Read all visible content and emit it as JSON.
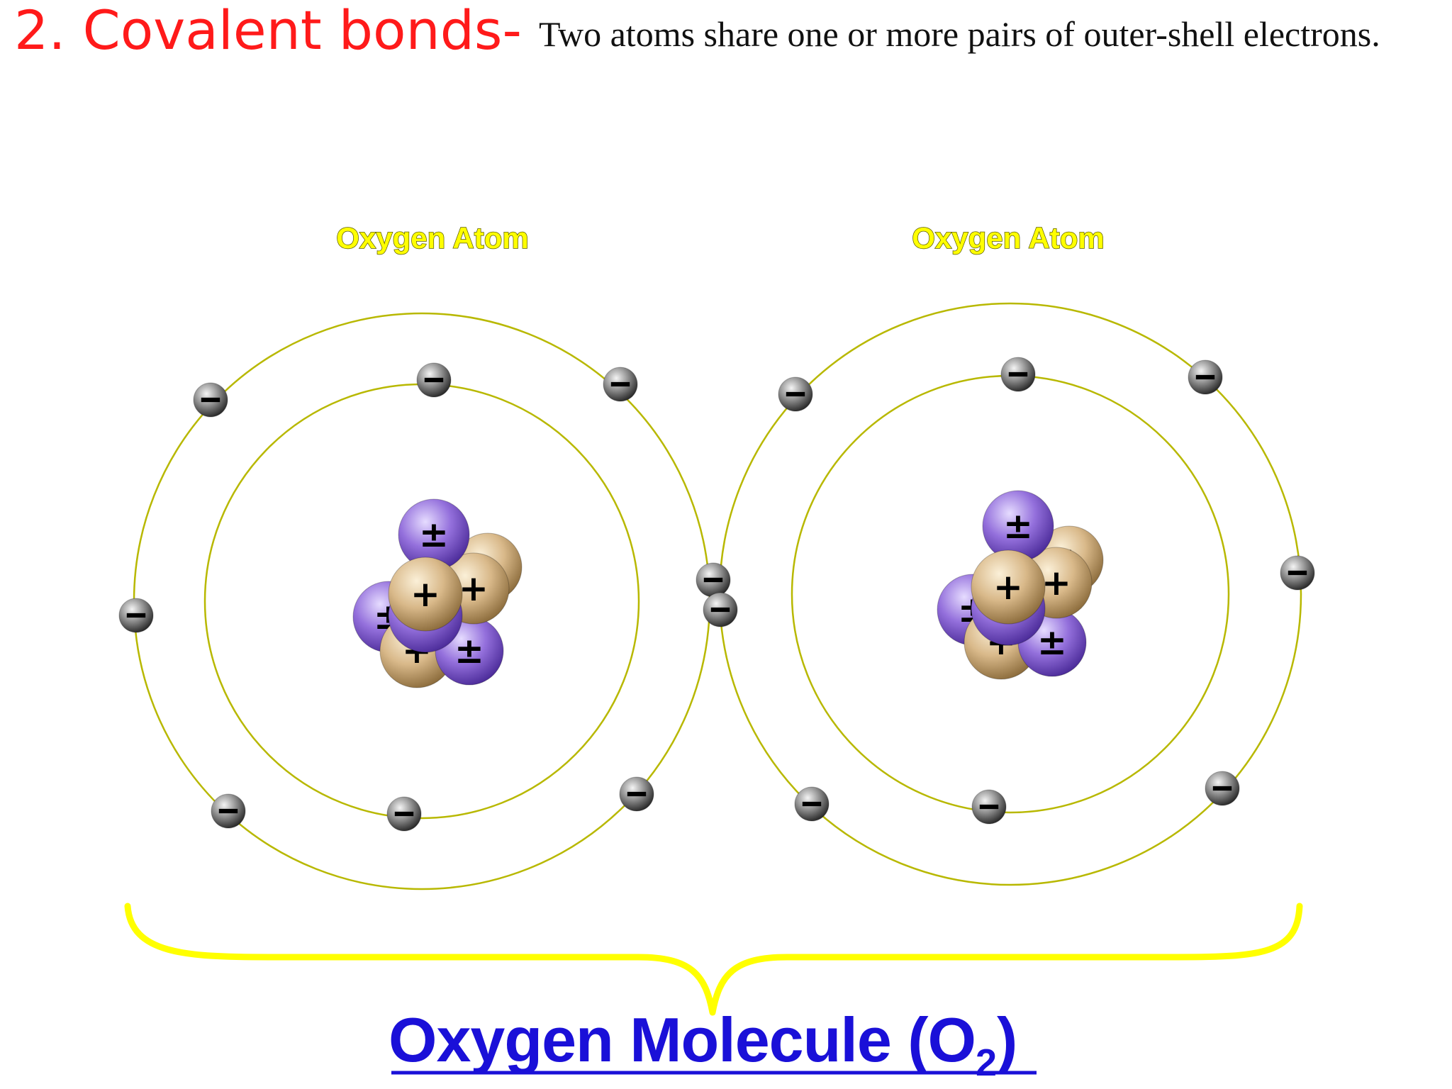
{
  "heading": {
    "term": "2. Covalent bonds-",
    "definition": "Two atoms share one or more pairs of outer-shell electrons."
  },
  "atoms": [
    {
      "label": "Oxygen Atom"
    },
    {
      "label": "Oxygen Atom"
    }
  ],
  "molecule": {
    "label_prefix": "Oxygen Molecule (O",
    "label_subscript": "2",
    "label_suffix": ")"
  },
  "symbols": {
    "proton": "+",
    "neutron": "±",
    "electron": "−"
  },
  "colors": {
    "heading_term": "#ff1a1a",
    "atom_label": "#ffff00",
    "molecule_label": "#1a10d8",
    "brace": "#ffff00",
    "orbit": "#b8b800",
    "proton": "#d8b888",
    "neutron": "#9068d8",
    "electron": "#909090"
  }
}
